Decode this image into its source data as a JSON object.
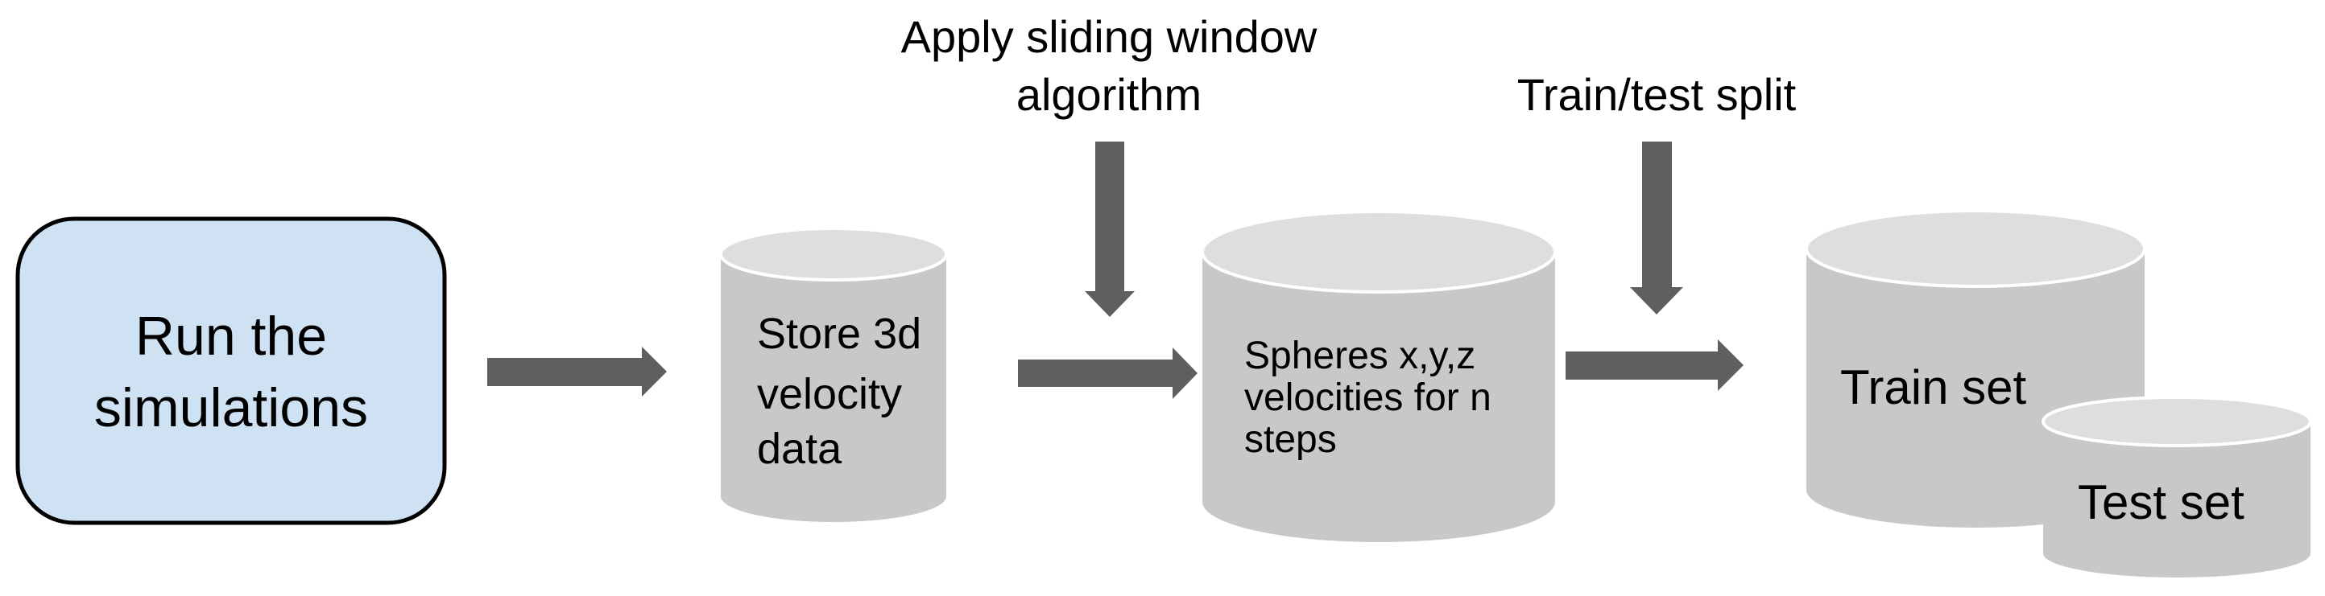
{
  "colors": {
    "start_fill": "#cfe2f3",
    "start_stroke": "#000000",
    "cylinder_body": "#c8c8c8",
    "cylinder_top": "#dedede",
    "cylinder_edge": "#ffffff",
    "arrow": "#5f5f5f"
  },
  "start_box": {
    "line1": "Run the",
    "line2": "simulations"
  },
  "store_cylinder": {
    "line1": "Store 3d",
    "line2": "velocity",
    "line3": "data"
  },
  "window_step": {
    "line1": "Apply sliding window",
    "line2": "algorithm"
  },
  "spheres_cylinder": {
    "line1": "Spheres x,y,z",
    "line2": "velocities for n",
    "line3": "steps"
  },
  "split_step": {
    "line1": "Train/test split"
  },
  "train_cylinder": {
    "label": "Train set"
  },
  "test_cylinder": {
    "label": "Test set"
  }
}
